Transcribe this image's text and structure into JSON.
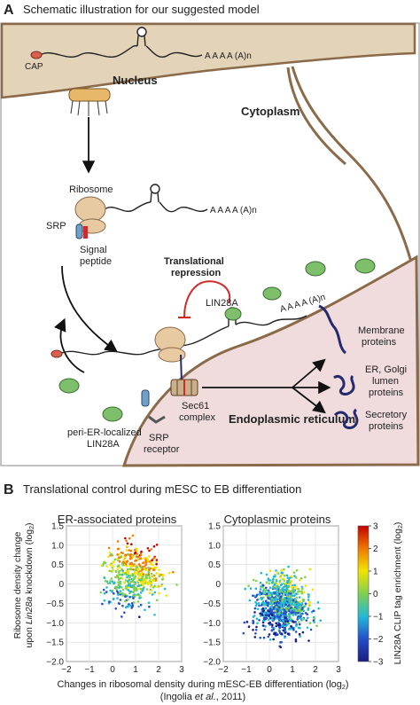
{
  "panel_a": {
    "letter": "A",
    "title": "Schematic illustration for our suggested model",
    "labels": {
      "cap": "CAP",
      "polya_top": "A A A A (A)n",
      "nucleus": "Nucleus",
      "cytoplasm": "Cytoplasm",
      "ribosome": "Ribosome",
      "polya_mid": "A A A A (A)n",
      "srp": "SRP",
      "signal_peptide_1": "Signal",
      "signal_peptide_2": "peptide",
      "translational_repression_1": "Translational",
      "translational_repression_2": "repression",
      "lin28a": "LIN28A",
      "polya_er": "A A A A (A)n",
      "membrane_proteins_1": "Membrane",
      "membrane_proteins_2": "proteins",
      "er_golgi_1": "ER, Golgi",
      "er_golgi_2": "lumen",
      "er_golgi_3": "proteins",
      "secretory_1": "Secretory",
      "secretory_2": "proteins",
      "sec61_1": "Sec61",
      "sec61_2": "complex",
      "srp_receptor_1": "SRP",
      "srp_receptor_2": "receptor",
      "peri_er_1": "peri-ER-localized",
      "peri_er_2": "LIN28A",
      "er": "Endoplasmic reticulum"
    },
    "colors": {
      "nucleus_fill": "#e3d3b8",
      "er_fill": "#f0dcdc",
      "ribosome": "#e7c9a2",
      "lin28a_green": "#7dbf6b",
      "repression_red": "#d12a2a",
      "protein_navy": "#242a6e",
      "cap_red": "#d9604d",
      "srp_blue": "#6fa0c8"
    }
  },
  "panel_b": {
    "letter": "B",
    "title": "Translational control during mESC to EB differentiation",
    "ylabel_1": "Ribosome density change",
    "ylabel_2a": "upon ",
    "ylabel_2b": "Lin28a",
    "ylabel_2c": " knockdown (log",
    "ylabel_2d": "2",
    "ylabel_2e": ")",
    "xlabel_a": "Changes in ribosomal density during mESC-EB differentiation (log",
    "xlabel_b": "2",
    "xlabel_c": ")",
    "citation_a": "(Ingolia ",
    "citation_b": "et al.",
    "citation_c": ", 2011)",
    "colorbar_label_a": "LIN28A CLIP tag enrichment (log",
    "colorbar_label_b": "2",
    "colorbar_label_c": ")"
  },
  "chart_data": [
    {
      "type": "scatter",
      "title": "ER-associated proteins",
      "xlim": [
        -2,
        3
      ],
      "ylim": [
        -2.0,
        1.5
      ],
      "xticks": [
        "−2",
        "−1",
        "0",
        "1",
        "2",
        "3"
      ],
      "yticks": [
        "−2.0",
        "−1.5",
        "−1.0",
        "−0.5",
        "0",
        "0.5",
        "1.0",
        "1.5"
      ],
      "grid": true,
      "color_scale": "LIN28A CLIP tag enrichment (log2)",
      "points_summary": "dense cloud centered near (1.0, 0.3); high-enrichment (red) points concentrated at x 1–2.5, y 0.3–1.0; low-enrichment (blue) points toward x −0.5–1, y −0.5 to −1.5"
    },
    {
      "type": "scatter",
      "title": "Cytoplasmic proteins",
      "xlim": [
        -2,
        3
      ],
      "ylim": [
        -2.0,
        1.5
      ],
      "xticks": [
        "−2",
        "−1",
        "0",
        "1",
        "2",
        "3"
      ],
      "yticks": [
        "−2.0",
        "−1.5",
        "−1.0",
        "−0.5",
        "0",
        "0.5",
        "1.0",
        "1.5"
      ],
      "grid": true,
      "color_scale": "LIN28A CLIP tag enrichment (log2)",
      "points_summary": "dense cloud centered near (0.5, −0.5); mostly blue/cyan, some green/yellow at x 1–2.5, y 0–0.5"
    },
    {
      "type": "colorbar",
      "label": "LIN28A CLIP tag enrichment (log2)",
      "range": [
        -3,
        3
      ],
      "ticks": [
        "3",
        "2",
        "1",
        "0",
        "−1",
        "−2",
        "−3"
      ],
      "colors": [
        "#c40000",
        "#f07a00",
        "#f2e300",
        "#80d050",
        "#22b8d8",
        "#2450c8",
        "#1a1c80"
      ]
    }
  ]
}
